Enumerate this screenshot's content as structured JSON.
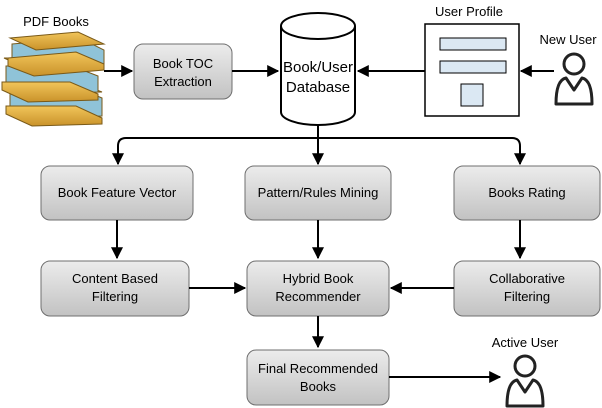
{
  "diagram": {
    "pdf_books": "PDF Books",
    "toc_extraction": [
      "Book TOC",
      "Extraction"
    ],
    "database": [
      "Book/User",
      "Database"
    ],
    "user_profile": "User Profile",
    "new_user": "New User",
    "feature_vector": "Book Feature Vector",
    "pattern_mining": "Pattern/Rules Mining",
    "books_rating": "Books Rating",
    "content_filtering": [
      "Content Based",
      "Filtering"
    ],
    "hybrid": [
      "Hybrid Book",
      "Recommender"
    ],
    "collaborative": [
      "Collaborative",
      "Filtering"
    ],
    "final": [
      "Final Recommended",
      "Books"
    ],
    "active_user": "Active User"
  },
  "colors": {
    "box_top": "#ebebeb",
    "box_bottom": "#c4c4c4",
    "box_border": "#6f6f6f",
    "book_cover": "#d9a93a",
    "book_pages": "#8fc3d8"
  }
}
